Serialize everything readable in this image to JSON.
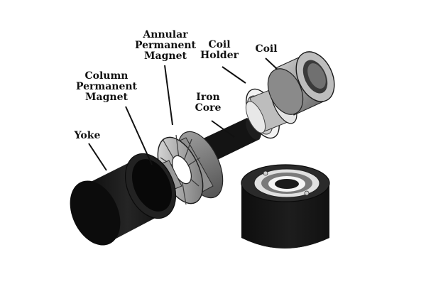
{
  "diagram": {
    "labels": {
      "annular_magnet": [
        "Annular",
        "Permanent",
        "Magnet"
      ],
      "coil_holder": [
        "Coil",
        "Holder"
      ],
      "coil": [
        "Coil"
      ],
      "column_magnet": [
        "Column",
        "Permanent",
        "Magnet"
      ],
      "iron_core": [
        "Iron",
        "Core"
      ],
      "yoke": [
        "Yoke"
      ]
    }
  }
}
